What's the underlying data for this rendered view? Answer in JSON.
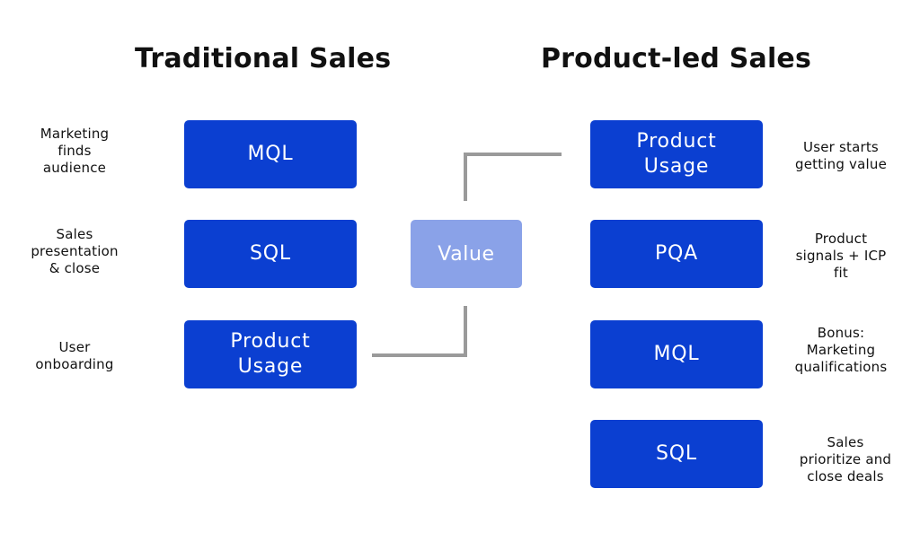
{
  "titles": {
    "traditional": "Traditional Sales",
    "product_led": "Product-led Sales"
  },
  "traditional": {
    "steps": [
      {
        "label": "MQL",
        "note": "Marketing\nfinds\naudience"
      },
      {
        "label": "SQL",
        "note": "Sales\npresentation\n& close"
      },
      {
        "label": "Product\nUsage",
        "note": "User\nonboarding"
      }
    ]
  },
  "product_led": {
    "steps": [
      {
        "label": "Product\nUsage",
        "note": "User starts\ngetting value"
      },
      {
        "label": "PQA",
        "note": "Product\nsignals + ICP\nfit"
      },
      {
        "label": "MQL",
        "note": "Bonus:\nMarketing\nqualifications"
      },
      {
        "label": "SQL",
        "note": "Sales\nprioritize and\nclose deals"
      }
    ]
  },
  "bridge": {
    "label": "Value"
  },
  "colors": {
    "box": "#0b3fd1",
    "value_box": "#8aa2e8",
    "connector": "#9a9a9a",
    "text": "#111111"
  }
}
